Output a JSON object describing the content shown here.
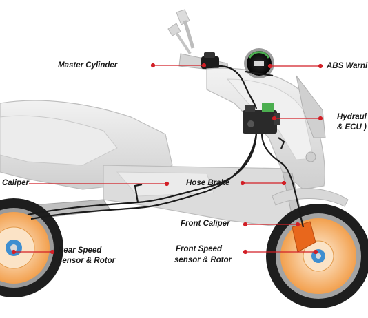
{
  "diagram": {
    "labels": {
      "master_cylinder": "Master Cylinder",
      "abs_warning": "ABS Warni",
      "hydraulic": "Hydraul",
      "ecu": "& ECU )",
      "caliper_rear": "Caliper",
      "hose_brake": "Hose Brake",
      "front_caliper": "Front Caliper",
      "rear_speed_1": "Rear  Speed",
      "rear_speed_2": "sensor & Rotor",
      "front_speed_1": "Front Speed",
      "front_speed_2": "sensor & Rotor"
    },
    "colors": {
      "leader_line": "#d21f26",
      "brake_line": "#1b1b1b",
      "body_grey": "#e2e2e2",
      "disc_orange": "#f4a259",
      "tire": "#1e1e1e",
      "caliper": "#e8671c",
      "sensor_blue": "#3e8ed0",
      "ecu_green": "#4caf50"
    },
    "icons": [
      "scooter-illustration",
      "abs-warning-gauge-icon",
      "hydraulic-unit-icon",
      "master-cylinder-icon"
    ]
  }
}
